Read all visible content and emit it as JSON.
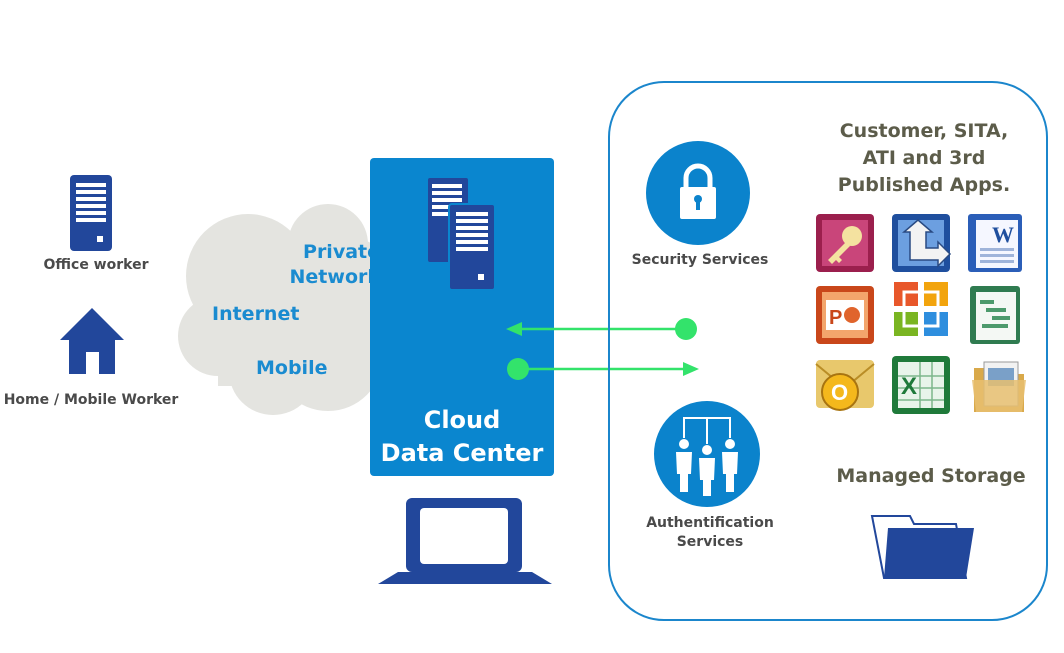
{
  "left": {
    "office_worker": "Office worker",
    "home_worker": "Home / Mobile Worker"
  },
  "cloud": {
    "private_network": "Private\nNetwork",
    "internet": "Internet",
    "mobile": "Mobile"
  },
  "datacenter": {
    "label": "Cloud\nData Center"
  },
  "services": {
    "security": "Security Services",
    "auth": "Authentification\nServices",
    "apps_title": "Customer, SITA,\nATI and 3rd\nPublished Apps.",
    "storage_title": "Managed Storage"
  },
  "colors": {
    "navy": "#22479b",
    "blue": "#0a86cf",
    "green": "#33e36b",
    "cloud_gray": "#e4e4e0"
  },
  "icons": [
    "server-icon",
    "house-icon",
    "server-stack-icon",
    "laptop-icon",
    "padlock-icon",
    "people-icon",
    "access-icon",
    "publisher-icon",
    "word-icon",
    "powerpoint-icon",
    "office-icon",
    "project-icon",
    "outlook-icon",
    "excel-icon",
    "folder-icon"
  ]
}
